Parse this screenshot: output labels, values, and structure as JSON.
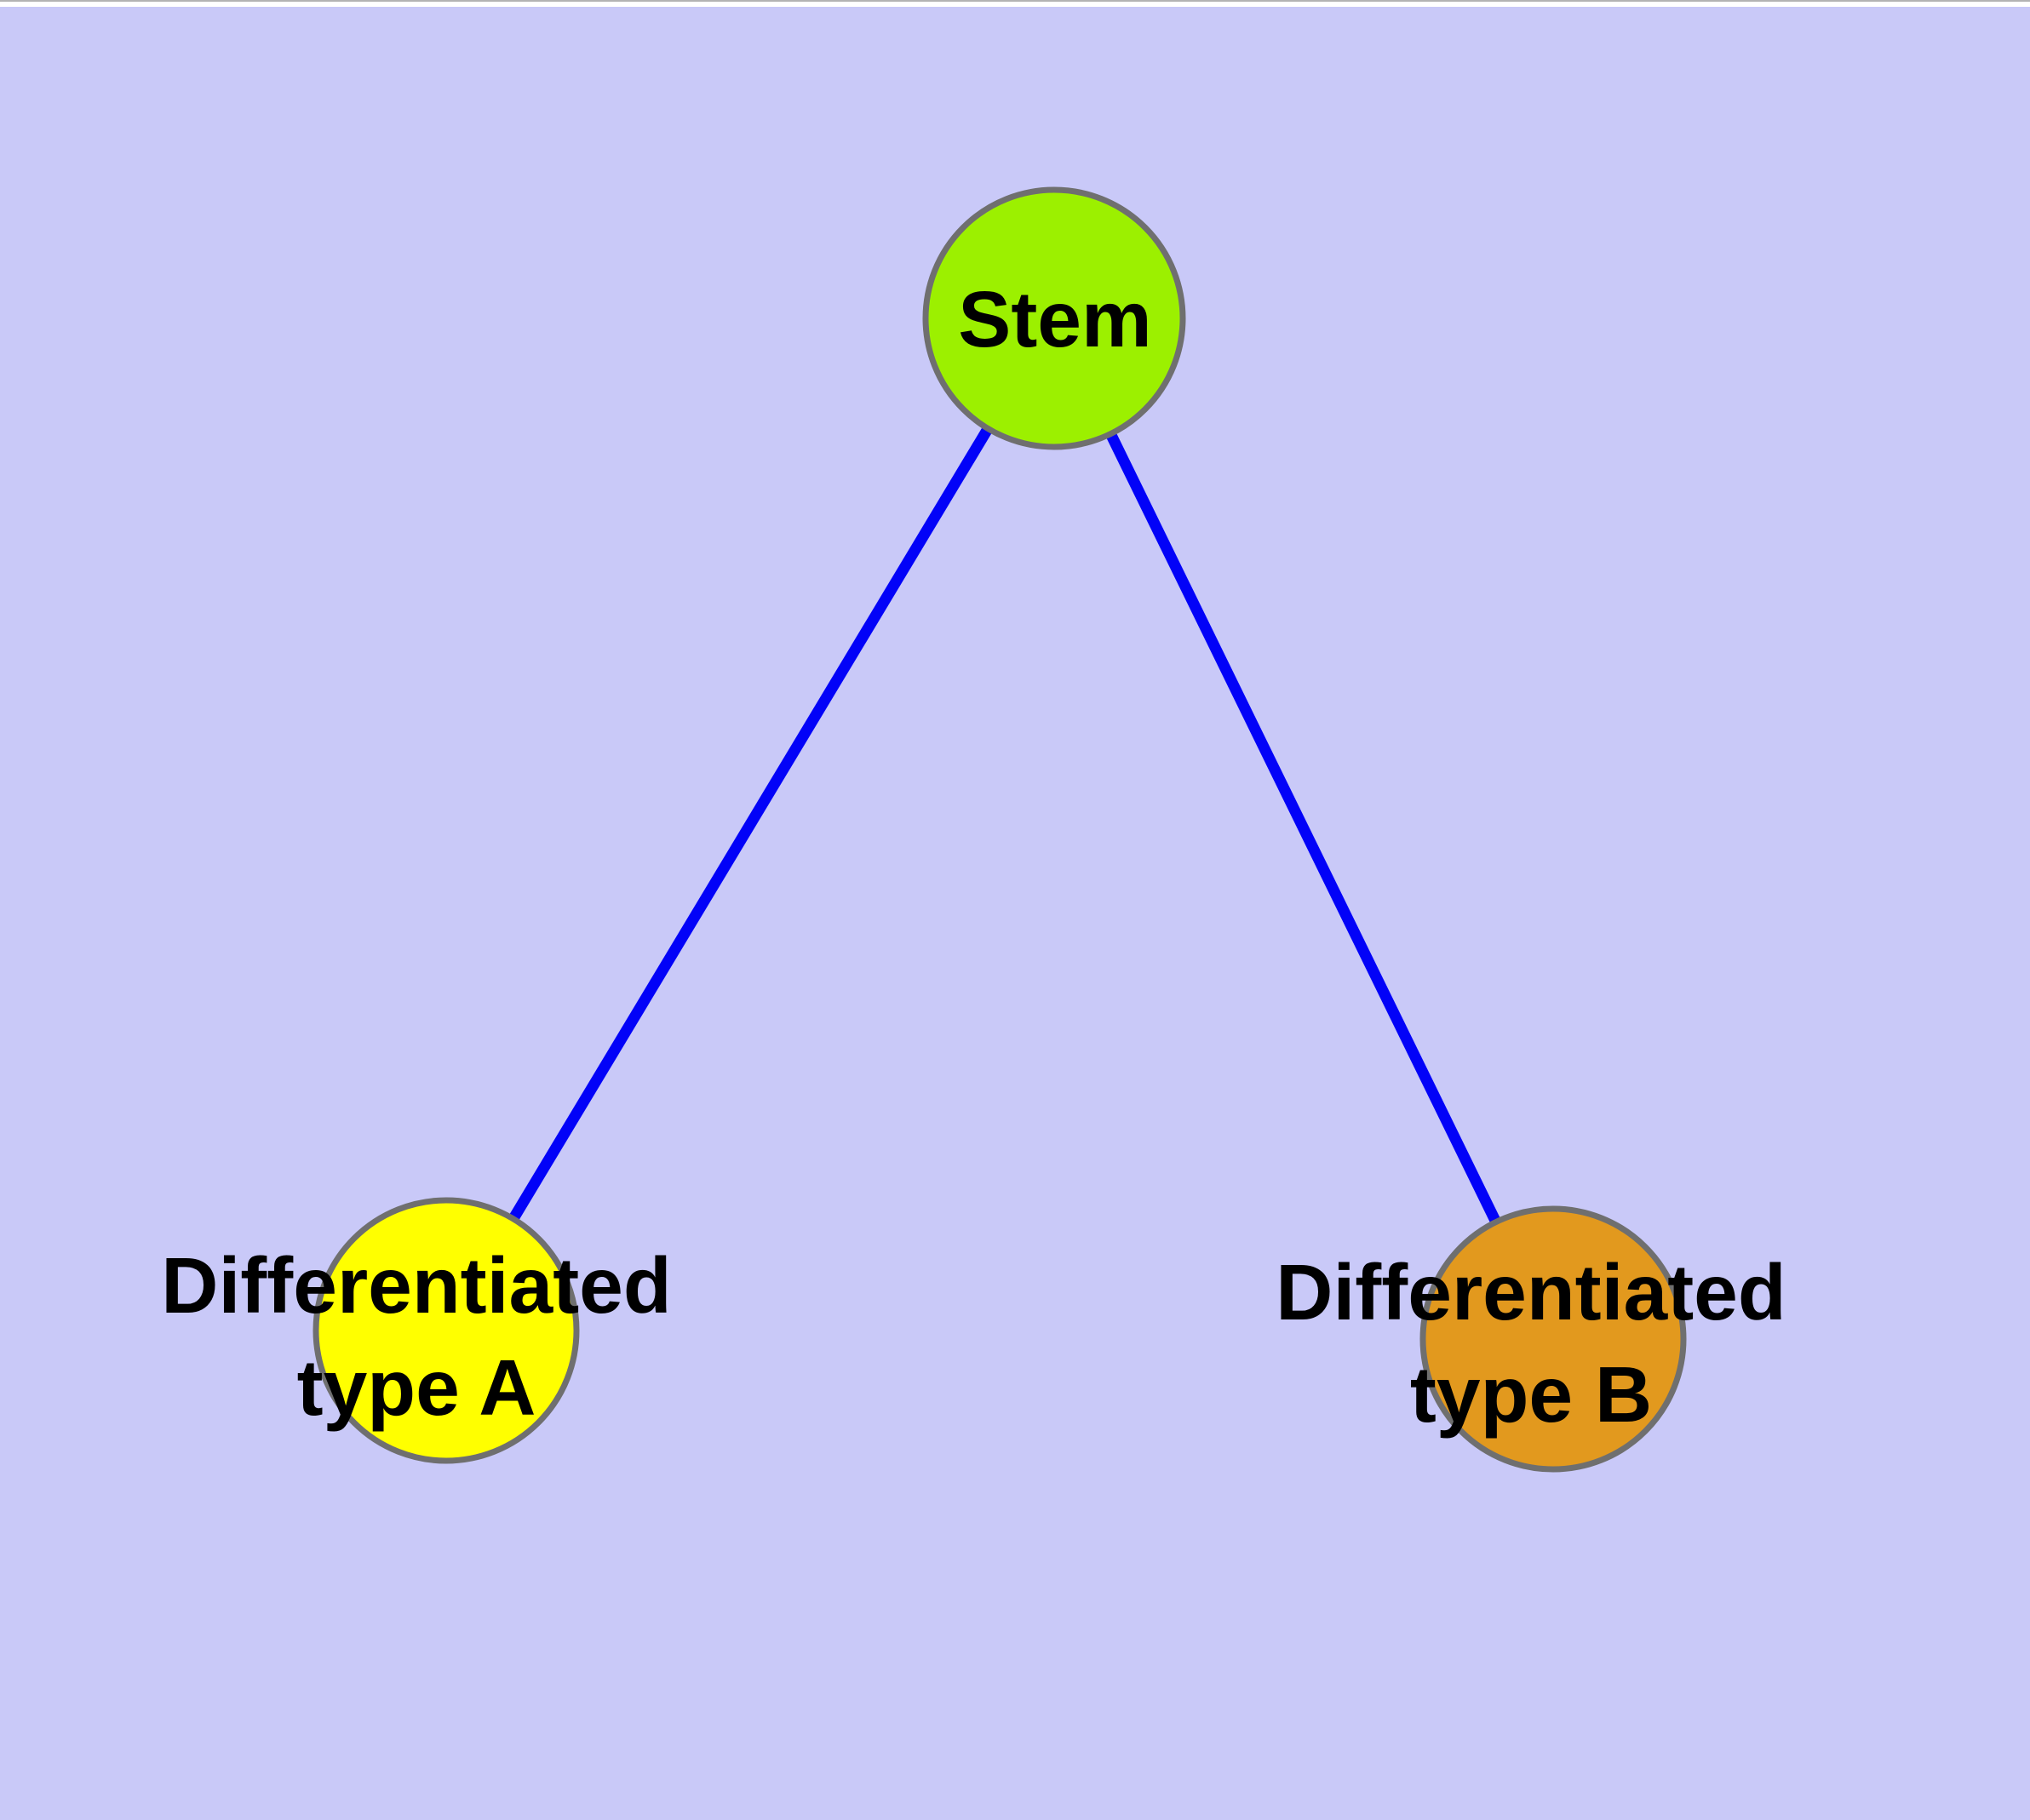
{
  "graph": {
    "nodes": {
      "stem": {
        "id": "stem",
        "label": "Stem",
        "color": "#9CF000"
      },
      "type_a": {
        "id": "type_a",
        "label_line1": "Differentiated",
        "label_line2": "type A",
        "color": "#FFFF00"
      },
      "type_b": {
        "id": "type_b",
        "label_line1": "Differentiated",
        "label_line2": "type B",
        "color": "#E2991E"
      }
    },
    "edges": [
      {
        "from": "stem",
        "to": "type_a"
      },
      {
        "from": "stem",
        "to": "type_b"
      }
    ]
  },
  "colors": {
    "background": "#C9C9F8",
    "edge": "#0202F8",
    "node-stroke": "#6F6F6F",
    "label-text": "#000000",
    "top-strip": "#FFFFFF",
    "top-border": "#B3B3B3"
  }
}
